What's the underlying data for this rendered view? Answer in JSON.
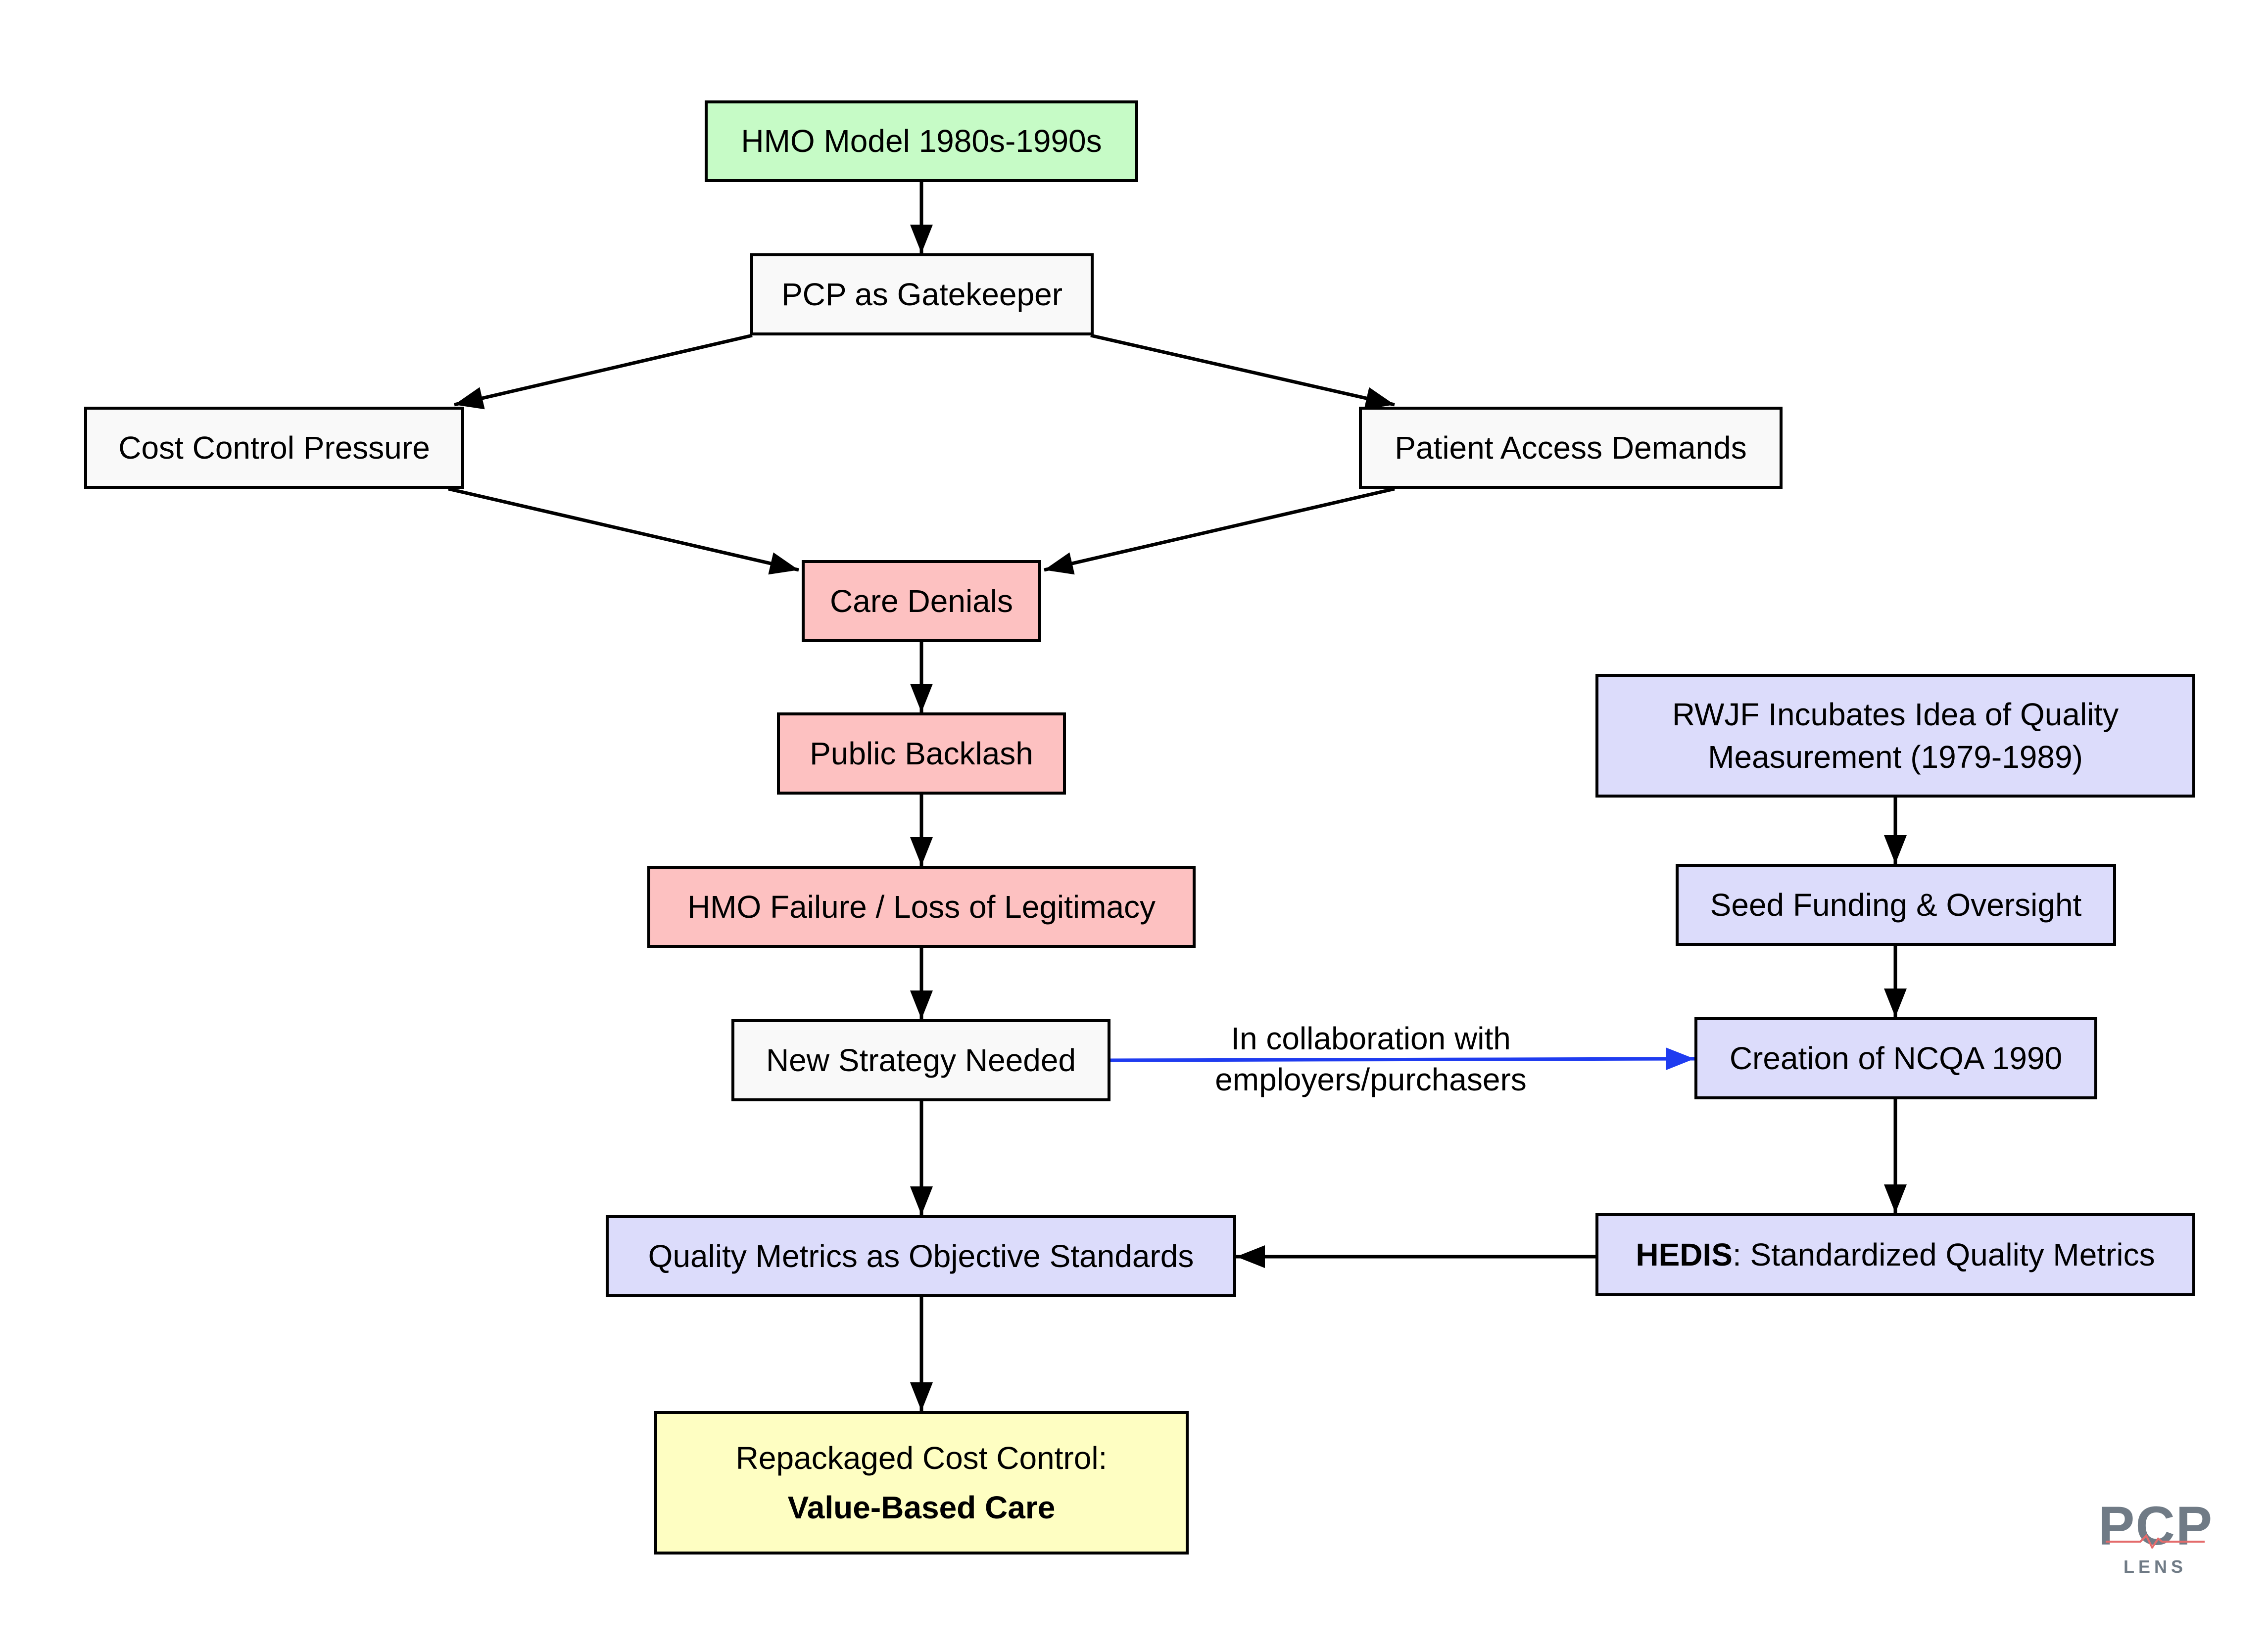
{
  "nodes": {
    "hmo_model": "HMO Model 1980s-1990s",
    "pcp_gatekeeper": "PCP as Gatekeeper",
    "cost_control": "Cost Control Pressure",
    "patient_access": "Patient Access Demands",
    "care_denials": "Care Denials",
    "public_backlash": "Public Backlash",
    "hmo_failure": "HMO Failure / Loss of Legitimacy",
    "new_strategy": "New Strategy Needed",
    "quality_metrics": "Quality Metrics as Objective Standards",
    "repackaged_line1": "Repackaged Cost Control:",
    "repackaged_line2": "Value-Based Care",
    "rwjf_line1": "RWJF Incubates Idea of Quality",
    "rwjf_line2": "Measurement (1979-1989)",
    "seed_funding": "Seed Funding & Oversight",
    "ncqa": "Creation of NCQA 1990",
    "hedis_bold": "HEDIS",
    "hedis_rest": ": Standardized Quality Metrics"
  },
  "edge_label": {
    "line1": "In collaboration with",
    "line2": "employers/purchasers"
  },
  "logo": {
    "main": "PCP",
    "sub": "LENS"
  },
  "colors": {
    "green": "#c6fbc6",
    "white": "#f9f9f9",
    "red": "#fdc1c1",
    "blue": "#dcdcfb",
    "yellow": "#fefec2",
    "highlight_arrow": "#1f3cf0"
  }
}
